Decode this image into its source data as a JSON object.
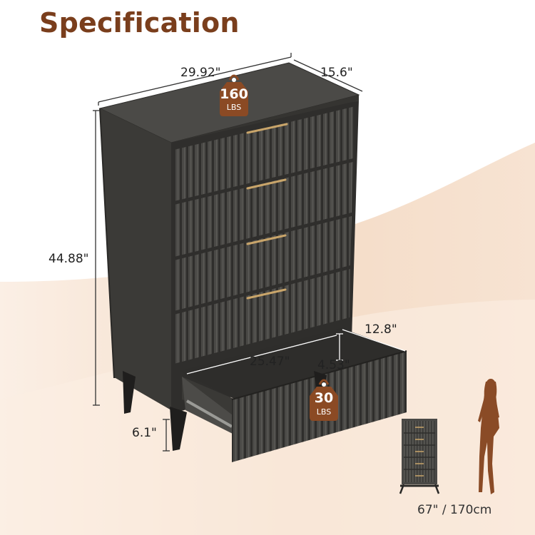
{
  "title": "Specification",
  "dimensions": {
    "width": "29.92\"",
    "depth": "15.6\"",
    "height": "44.88\"",
    "leg_height": "6.1\"",
    "drawer_inner_width": "25.47\"",
    "drawer_inner_depth": "12.8\"",
    "drawer_inner_height": "4.53\""
  },
  "top_load": {
    "value": "160",
    "unit": "LBS"
  },
  "drawer_load": {
    "value": "30",
    "unit": "LBS"
  },
  "reference_person_height": "67\" / 170cm",
  "colors": {
    "title": "#7a3e1c",
    "badge": "#8b4a24",
    "dresser": "#3f3e3b",
    "handle": "#c9a56a",
    "backdrop": "#f3dcc8"
  },
  "icons": [
    "weight-tag-icon",
    "person-silhouette-icon",
    "dresser-thumbnail-icon"
  ]
}
